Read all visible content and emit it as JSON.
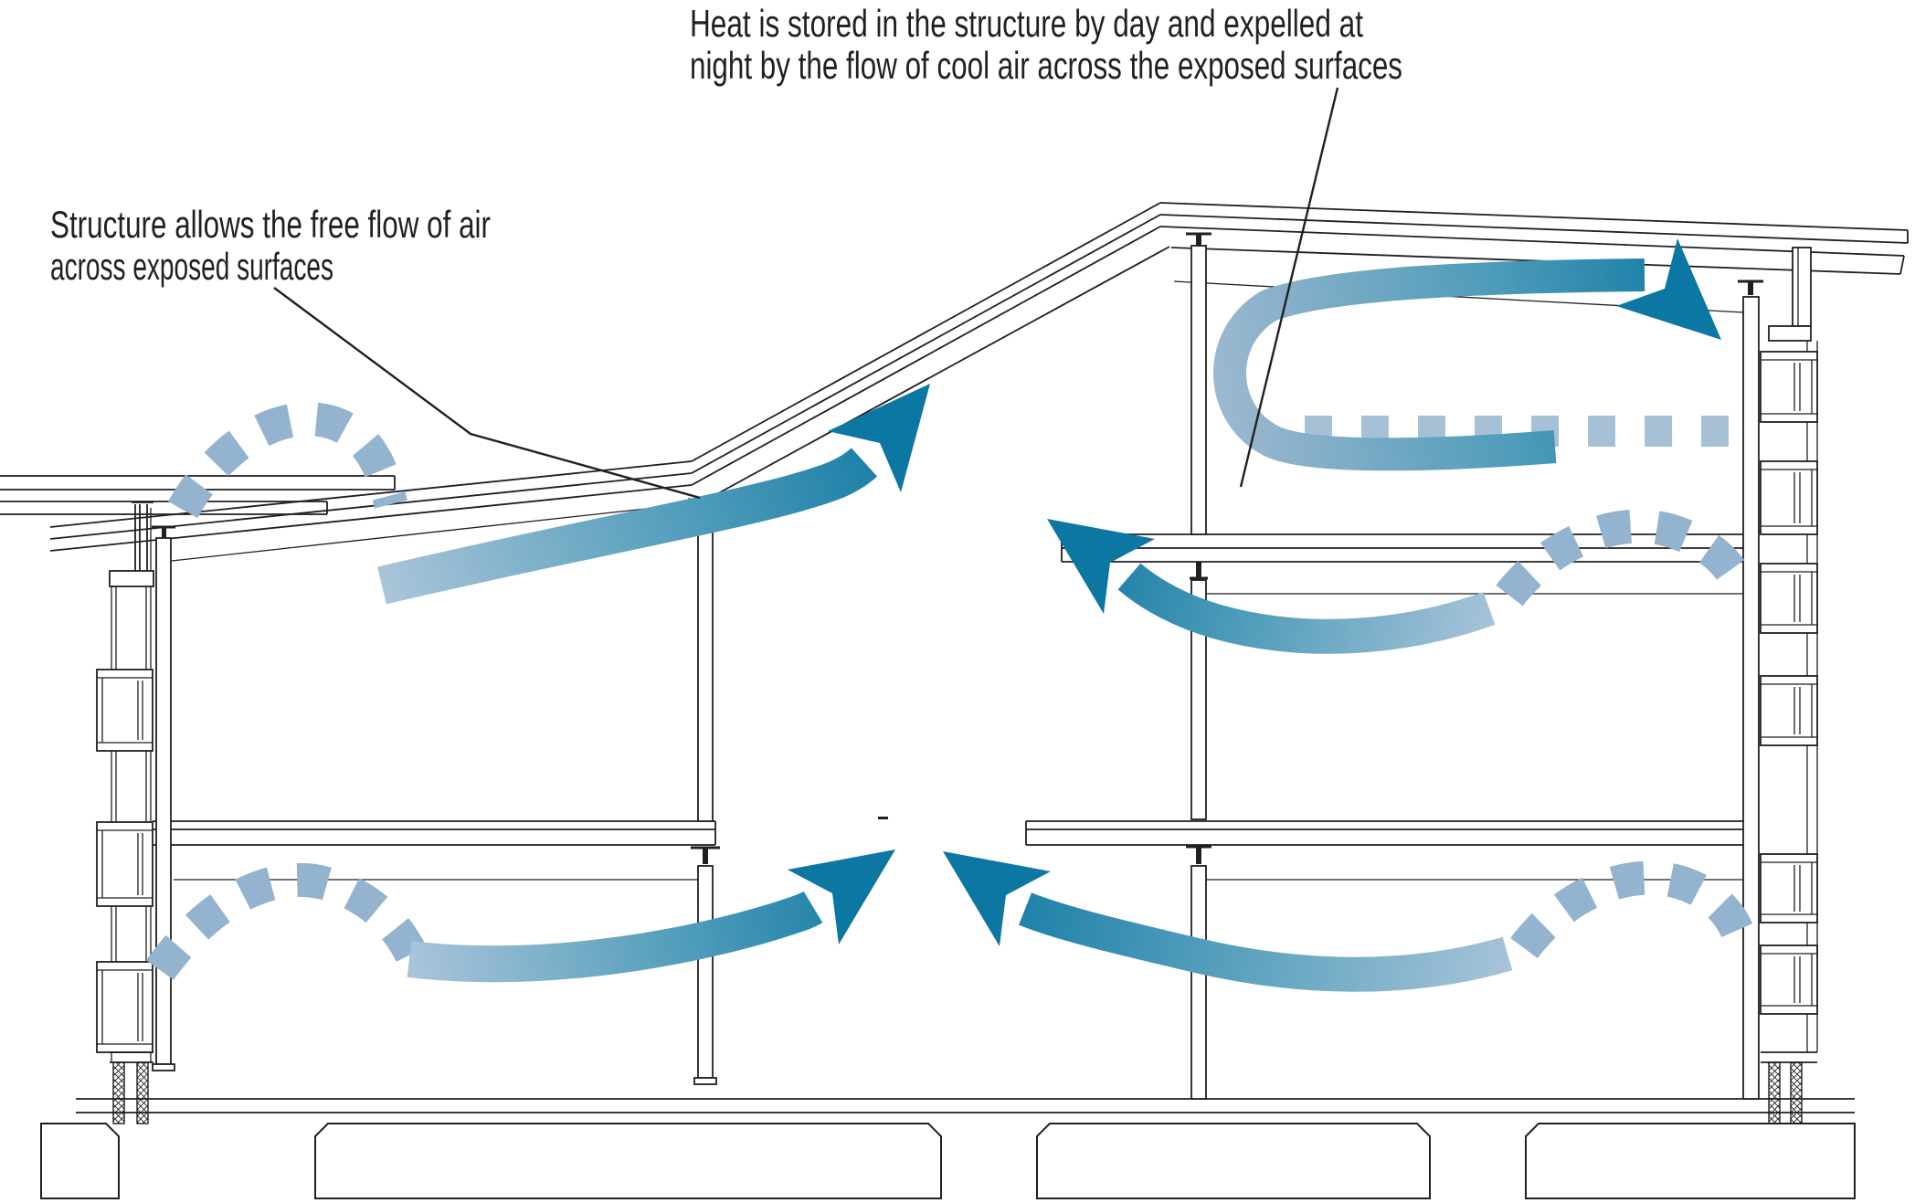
{
  "annotations": {
    "top": {
      "line1": "Heat is stored in the structure by day and expelled at",
      "line2": "night by the flow of cool air across the exposed surfaces"
    },
    "left": {
      "line1": "Structure allows the free flow of air",
      "line2": "across exposed surfaces"
    }
  },
  "colors": {
    "ink": "#231f20",
    "arrow_dark": "#0c77a2",
    "arrow_mid": "#4f9cba",
    "arrow_light": "#a9c4d9",
    "dashed_wave": "#93b3ce",
    "dashed_row": "#a6c0d6",
    "background": "#ffffff"
  },
  "diagram": {
    "type": "architectural-section-airflow",
    "building": {
      "storeys": 2,
      "parts": [
        "left low sloped-roof bay",
        "central atrium void",
        "right high-roof bay"
      ],
      "elements": [
        "sloped roofs",
        "roof canopy overhangs",
        "louvred window facades",
        "exposed floor slabs",
        "slender columns on pin bearings",
        "pad foundations"
      ]
    },
    "airflows": [
      {
        "name": "first-floor-left-intake",
        "style": "dashed-wave",
        "direction": "in from left facade across slab"
      },
      {
        "name": "first-floor-left-rise",
        "style": "solid-arrow",
        "direction": "up-right along sloped soffit"
      },
      {
        "name": "ground-floor-left-intake",
        "style": "dashed-wave",
        "direction": "in from left facade"
      },
      {
        "name": "ground-floor-left-rise",
        "style": "solid-arrow",
        "direction": "up-right into atrium"
      },
      {
        "name": "high-room-loop",
        "style": "solid-arrow",
        "direction": "u-turn exiting right at eaves"
      },
      {
        "name": "high-room-return",
        "style": "dashed-row",
        "direction": "right to left below ceiling"
      },
      {
        "name": "middle-right-intake",
        "style": "dashed-wave",
        "direction": "in from right facade"
      },
      {
        "name": "middle-right-rise",
        "style": "solid-arrow",
        "direction": "up-left into atrium"
      },
      {
        "name": "ground-right-intake",
        "style": "dashed-wave",
        "direction": "in from right facade"
      },
      {
        "name": "ground-right-rise",
        "style": "solid-arrow",
        "direction": "up-left into atrium"
      }
    ]
  }
}
